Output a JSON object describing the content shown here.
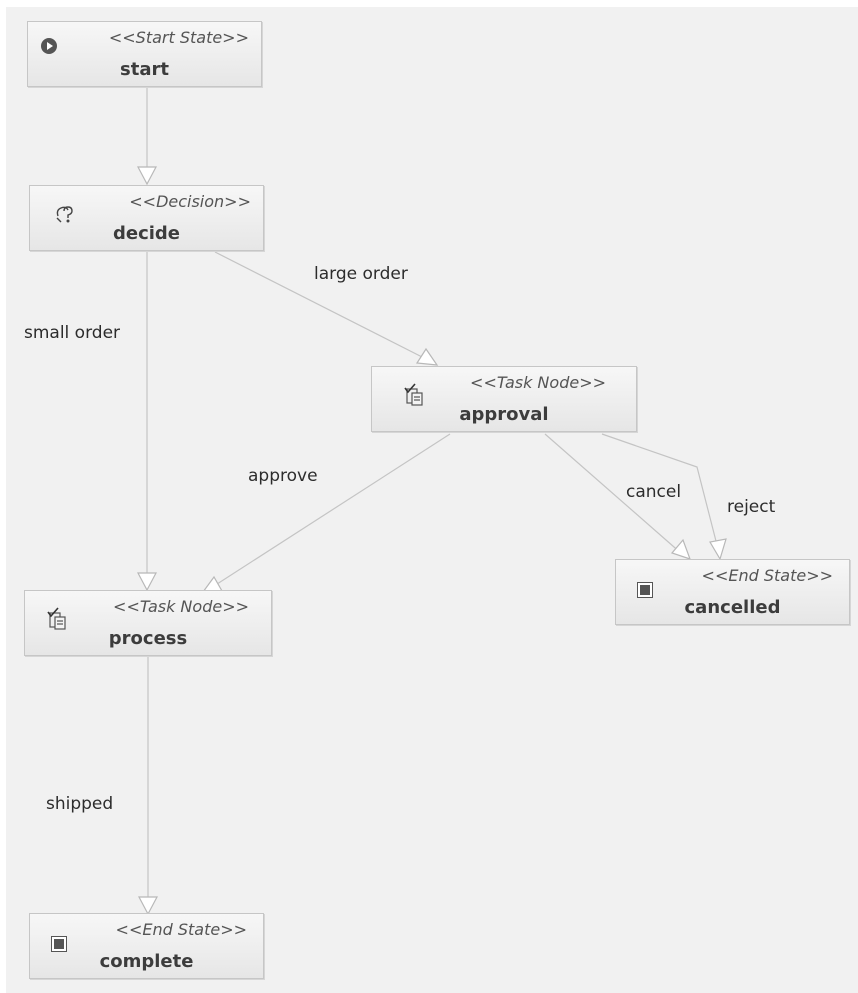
{
  "nodes": {
    "start": {
      "stereotype": "<<Start State>>",
      "name": "start",
      "icon": "start-state-icon"
    },
    "decide": {
      "stereotype": "<<Decision>>",
      "name": "decide",
      "icon": "decision-icon"
    },
    "approval": {
      "stereotype": "<<Task Node>>",
      "name": "approval",
      "icon": "task-node-icon"
    },
    "process": {
      "stereotype": "<<Task Node>>",
      "name": "process",
      "icon": "task-node-icon"
    },
    "cancelled": {
      "stereotype": "<<End State>>",
      "name": "cancelled",
      "icon": "end-state-icon"
    },
    "complete": {
      "stereotype": "<<End State>>",
      "name": "complete",
      "icon": "end-state-icon"
    }
  },
  "edges": {
    "large_order": "large order",
    "small_order": "small order",
    "approve": "approve",
    "cancel": "cancel",
    "reject": "reject",
    "shipped": "shipped"
  },
  "colors": {
    "canvas": "#f1f1f1",
    "node_border": "#c6c6c6",
    "edge": "#c4c4c4"
  }
}
